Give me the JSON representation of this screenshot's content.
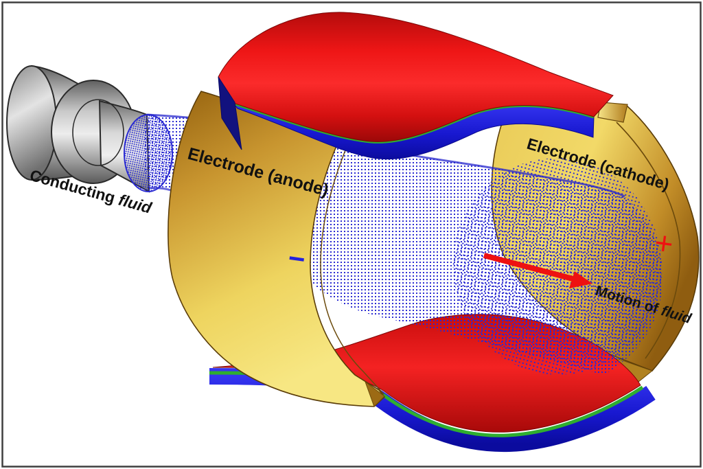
{
  "diagram": {
    "type": "mhd-drive-cutaway",
    "labels": {
      "conducting_fluid_prefix": "Conducting ",
      "conducting_fluid_italic": "fluid",
      "anode_label": "Electrode (anode)",
      "cathode_label": "Electrode (cathode)",
      "motion_prefix": "Motion of ",
      "motion_italic": "fluid",
      "anode_polarity": "−",
      "cathode_polarity": "+"
    },
    "colors": {
      "magnet_red": "#d90f0f",
      "magnet_blue": "#1717d2",
      "magnet_green": "#2fae2f",
      "electrode_gold_light": "#f2d968",
      "electrode_gold_dark": "#a06f1c",
      "fluid_dot_blue": "#2a2ad2",
      "pipe_gray": "#b8b8b8",
      "arrow_red": "#ee1111",
      "polarity_minus_blue": "#2222dd",
      "label_black": "#111111",
      "background": "#ffffff",
      "frame": "#3f3f3f"
    }
  }
}
